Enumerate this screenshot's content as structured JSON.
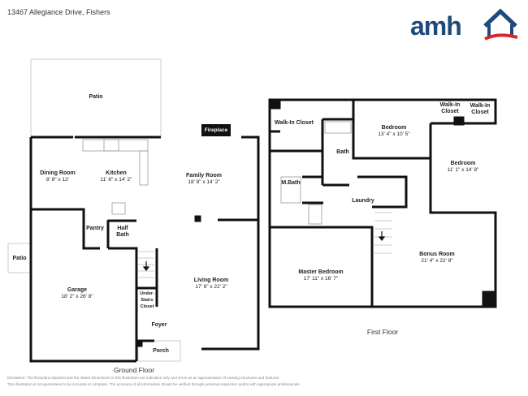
{
  "header": {
    "address": "13467 Allegiance Drive, Fishers",
    "logo_text": "amh",
    "logo_colors": {
      "primary": "#1f4a7a",
      "accent": "#d9262c"
    }
  },
  "ground_floor": {
    "title": "Ground Floor",
    "rooms": [
      {
        "name": "Patio",
        "dims": ""
      },
      {
        "name": "Fireplace",
        "dims": ""
      },
      {
        "name": "Dining Room",
        "dims": "8' 8\" x 12'"
      },
      {
        "name": "Kitchen",
        "dims": "11' 6\" x 14' 2\""
      },
      {
        "name": "Family Room",
        "dims": "18' 8\" x 14' 2\""
      },
      {
        "name": "Pantry",
        "dims": ""
      },
      {
        "name": "Half Bath",
        "dims": ""
      },
      {
        "name": "Patio",
        "dims": ""
      },
      {
        "name": "Garage",
        "dims": "18' 2\" x 26' 8\""
      },
      {
        "name": "Living Room",
        "dims": "17' 6\" x 22' 2\""
      },
      {
        "name": "Under-Stairs Closet",
        "dims": ""
      },
      {
        "name": "Foyer",
        "dims": ""
      },
      {
        "name": "Porch",
        "dims": ""
      }
    ]
  },
  "first_floor": {
    "title": "First Floor",
    "rooms": [
      {
        "name": "Walk-In Closet",
        "dims": ""
      },
      {
        "name": "Bedroom",
        "dims": "13' 4\" x 10' 5\""
      },
      {
        "name": "Walk-In Closet",
        "dims": ""
      },
      {
        "name": "Walk-In Closet",
        "dims": ""
      },
      {
        "name": "Bath",
        "dims": ""
      },
      {
        "name": "Bedroom",
        "dims": "11' 1\" x 14' 8\""
      },
      {
        "name": "M.Bath",
        "dims": ""
      },
      {
        "name": "Laundry",
        "dims": ""
      },
      {
        "name": "Bonus Room",
        "dims": "21' 4\" x 22' 8\""
      },
      {
        "name": "Master Bedroom",
        "dims": "17' 11\" x 16' 7\""
      }
    ]
  },
  "footer": {
    "disclaimer_1": "Disclaimer: The floorplans depicted and the stated dimensions in this illustration are indicative only and serve as an approximation of existing structures and features.",
    "disclaimer_2": "This illustration is not guaranteed to be accurate or complete. The accuracy of all information should be verified through personal inspection and/or with appropriate professionals."
  }
}
